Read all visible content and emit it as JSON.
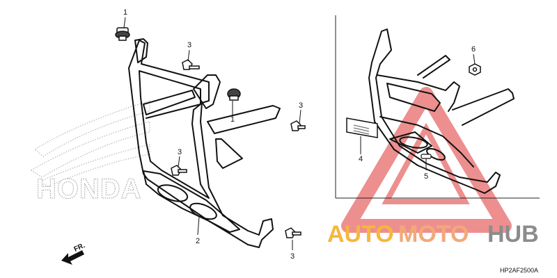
{
  "diagram": {
    "callouts": {
      "c1_top": "1",
      "c1_mid": "1",
      "c3_upper": "3",
      "c3_right": "3",
      "c3_mid": "3",
      "c3_bottom": "3",
      "c2": "2",
      "c4": "4",
      "c5": "5",
      "c6": "6"
    },
    "direction_label": "FR.",
    "part_code": "HP2AF2500A",
    "background_brand": "HONDA"
  },
  "watermark": {
    "auto": "AUTO",
    "moto": "MOTO",
    "hub": "HUB",
    "colors": {
      "auto": "#f7b63c",
      "moto": "#f2a97a",
      "hub": "#8c8c8c",
      "triangle": "#e86a6a"
    }
  }
}
